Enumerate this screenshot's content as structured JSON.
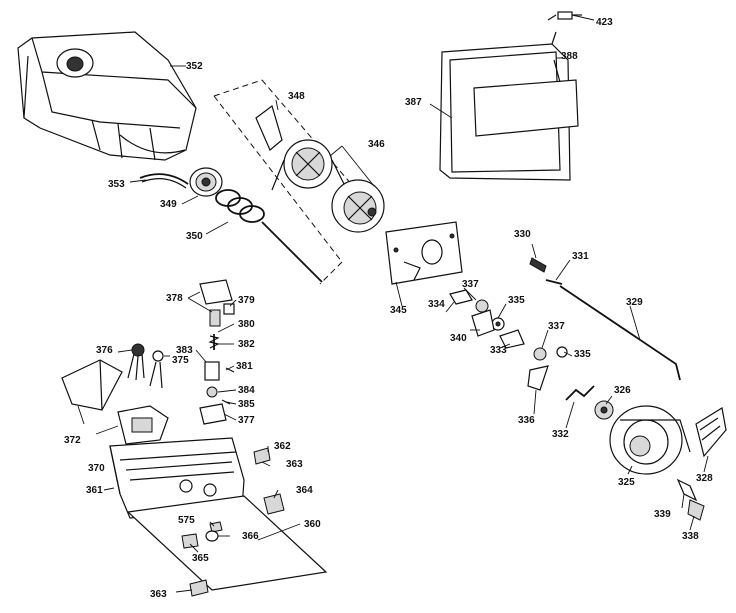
{
  "parts": {
    "p423": "423",
    "p388": "388",
    "p387": "387",
    "p352": "352",
    "p348": "348",
    "p346": "346",
    "p353": "353",
    "p349": "349",
    "p350": "350",
    "p345": "345",
    "p330": "330",
    "p331": "331",
    "p329": "329",
    "p337a": "337",
    "p335a": "335",
    "p334": "334",
    "p340": "340",
    "p333": "333",
    "p337b": "337",
    "p335b": "335",
    "p336": "336",
    "p332": "332",
    "p326": "326",
    "p325": "325",
    "p328": "328",
    "p339": "339",
    "p338": "338",
    "p378": "378",
    "p379": "379",
    "p380": "380",
    "p382": "382",
    "p376": "376",
    "p383": "383",
    "p375": "375",
    "p381": "381",
    "p384": "384",
    "p385": "385",
    "p377": "377",
    "p372": "372",
    "p370": "370",
    "p362": "362",
    "p363b": "363",
    "p361": "361",
    "p364": "364",
    "p360": "360",
    "p575": "575",
    "p366": "366",
    "p365": "365",
    "p363": "363"
  }
}
